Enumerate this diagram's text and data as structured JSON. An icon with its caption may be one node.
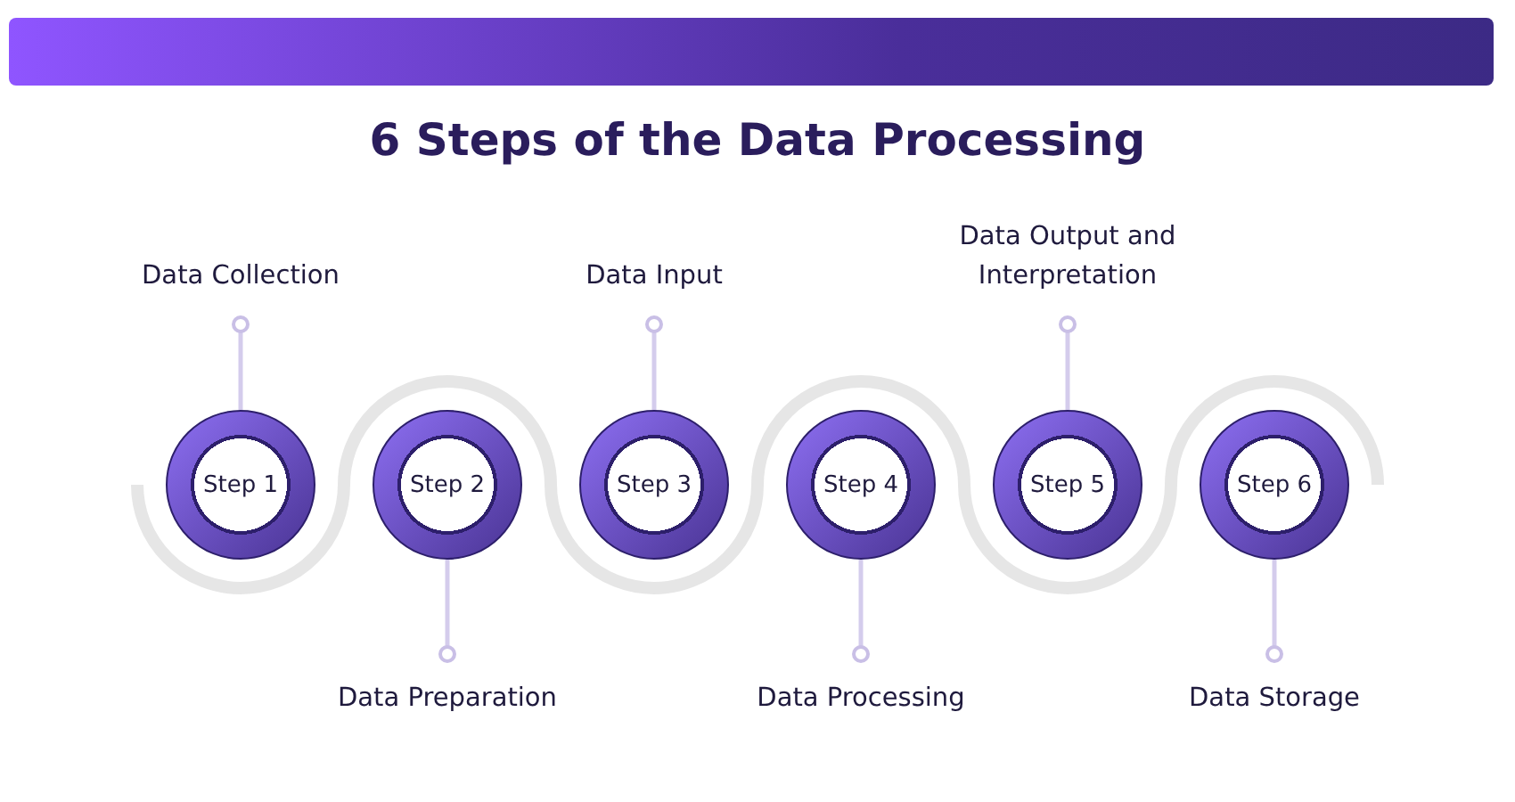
{
  "diagram": {
    "title": "6 Steps of the Data Processing",
    "nodes": [
      {
        "text": [
          "Step 1"
        ]
      },
      {
        "text": [
          "Step 2"
        ]
      },
      {
        "text": [
          "Step 3"
        ]
      },
      {
        "text": [
          "Step 4"
        ]
      },
      {
        "text": [
          "Step 5"
        ]
      },
      {
        "text": [
          "Step 6"
        ]
      },
      {
        "text": [
          "Data Collection"
        ]
      },
      {
        "text": [
          "Data Preparation"
        ]
      },
      {
        "text": [
          "Data Input"
        ]
      },
      {
        "text": [
          "Data Processing"
        ]
      },
      {
        "text": [
          "Data Output and Interpretation"
        ]
      },
      {
        "text": [
          "Data Storage"
        ]
      }
    ],
    "edges": [
      {
        "from": 6,
        "to": 0,
        "arrow": "other"
      },
      {
        "from": 7,
        "to": 1,
        "arrow": "other"
      },
      {
        "from": 8,
        "to": 2,
        "arrow": "other"
      },
      {
        "from": 9,
        "to": 3,
        "arrow": "other"
      },
      {
        "from": 10,
        "to": 4,
        "arrow": "other"
      },
      {
        "from": 11,
        "to": 5,
        "arrow": "other"
      }
    ]
  }
}
